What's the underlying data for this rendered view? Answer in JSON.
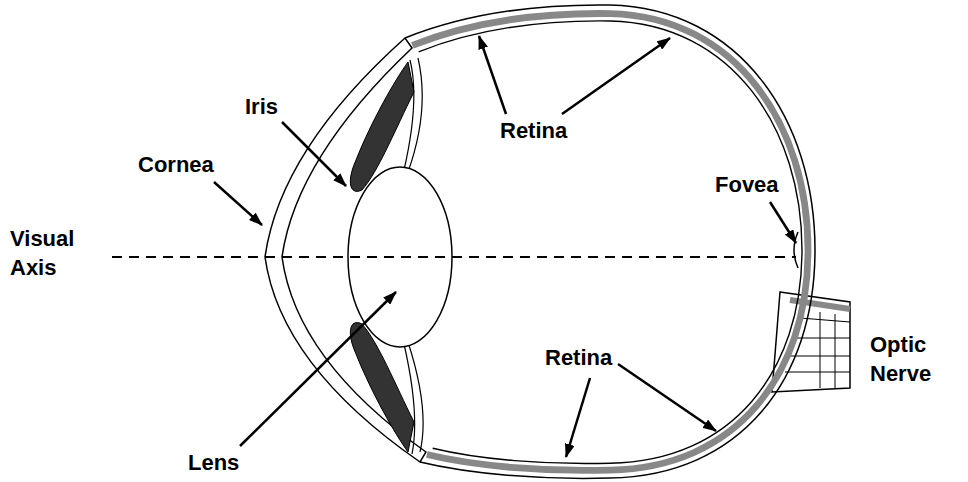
{
  "diagram": {
    "labels": [
      "Iris",
      "Retina",
      "Cornea",
      "Fovea",
      "Visual Axis",
      "Retina",
      "Optic Nerve",
      "Lens"
    ]
  }
}
